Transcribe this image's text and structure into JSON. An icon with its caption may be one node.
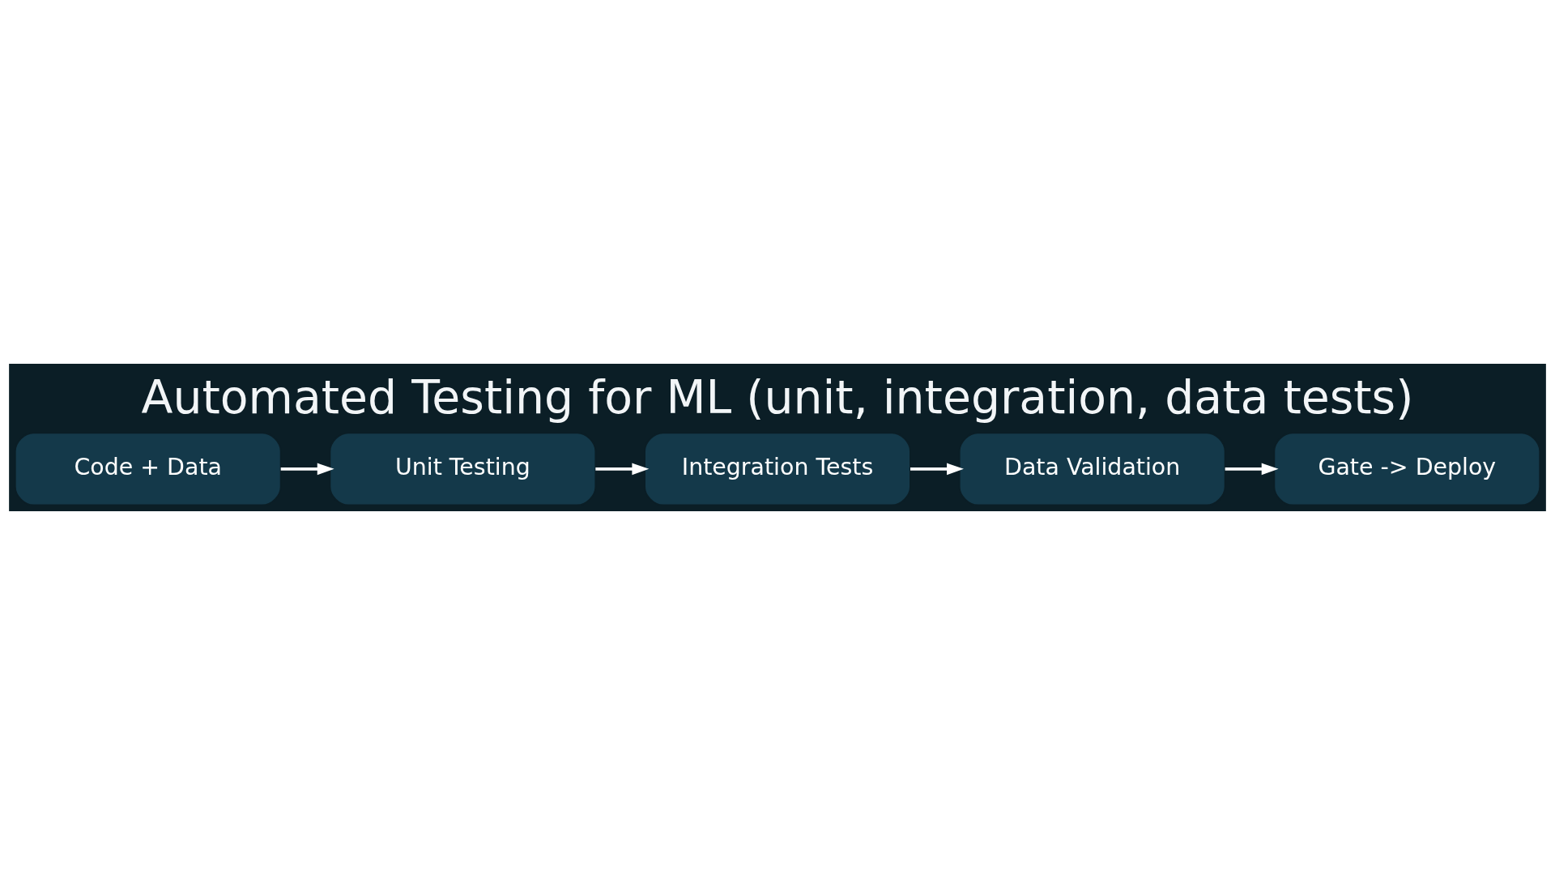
{
  "diagram": {
    "title": "Automated Testing for ML (unit, integration, data tests)",
    "nodes": [
      {
        "text": [
          "Code + Data"
        ]
      },
      {
        "text": [
          "Unit Testing"
        ]
      },
      {
        "text": [
          "Integration Tests"
        ]
      },
      {
        "text": [
          "Data Validation"
        ]
      },
      {
        "text": [
          "Gate -> Deploy"
        ]
      }
    ],
    "edges": [
      {
        "from": 0,
        "to": 1,
        "arrow": "to"
      },
      {
        "from": 1,
        "to": 2,
        "arrow": "to"
      },
      {
        "from": 2,
        "to": 3,
        "arrow": "to"
      },
      {
        "from": 3,
        "to": 4,
        "arrow": "to"
      }
    ]
  }
}
